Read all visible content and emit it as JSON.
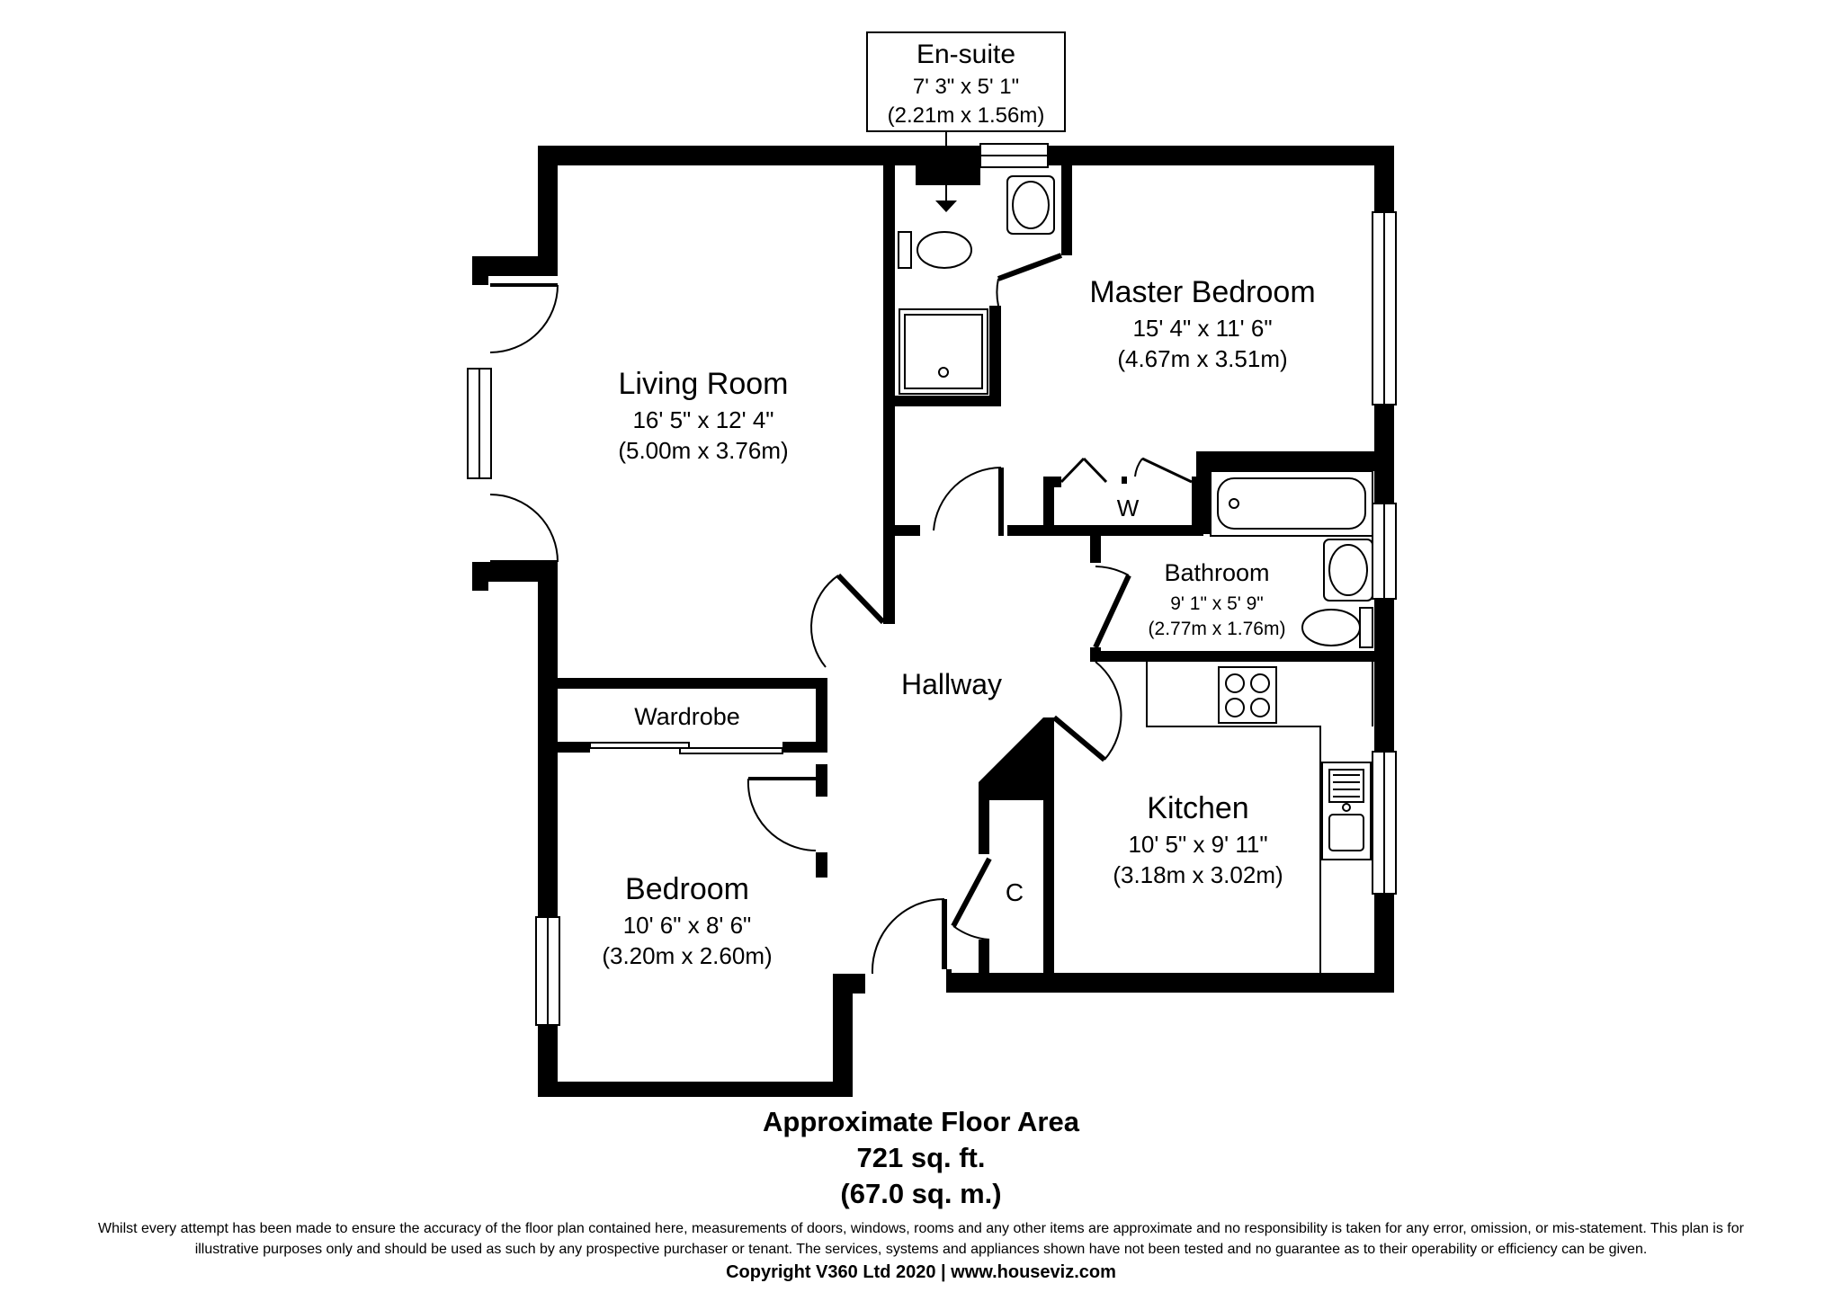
{
  "rooms": {
    "ensuite": {
      "name": "En-suite",
      "imperial": "7' 3\" x 5' 1\"",
      "metric": "(2.21m x 1.56m)"
    },
    "master_bedroom": {
      "name": "Master Bedroom",
      "imperial": "15' 4\" x 11' 6\"",
      "metric": "(4.67m x 3.51m)"
    },
    "living_room": {
      "name": "Living Room",
      "imperial": "16' 5\" x 12' 4\"",
      "metric": "(5.00m x 3.76m)"
    },
    "bathroom": {
      "name": "Bathroom",
      "imperial": "9' 1\" x 5' 9\"",
      "metric": "(2.77m x 1.76m)"
    },
    "hallway": {
      "name": "Hallway"
    },
    "wardrobe": {
      "name": "Wardrobe"
    },
    "kitchen": {
      "name": "Kitchen",
      "imperial": "10' 5\" x 9' 11\"",
      "metric": "(3.18m x 3.02m)"
    },
    "bedroom": {
      "name": "Bedroom",
      "imperial": "10' 6\" x 8' 6\"",
      "metric": "(3.20m x 2.60m)"
    },
    "cupboard": {
      "name": "C"
    },
    "wardrobe_w": {
      "name": "W"
    }
  },
  "area": {
    "title": "Approximate Floor Area",
    "sqft": "721 sq. ft.",
    "sqm": "(67.0 sq. m.)"
  },
  "footer": {
    "disclaimer_line1": "Whilst every attempt has been made to ensure the accuracy of the floor plan contained here, measurements of doors, windows, rooms and any other items are approximate and no responsibility is taken for any error, omission, or mis-statement. This plan is for",
    "disclaimer_line2": "illustrative purposes only and should be used as such by any prospective purchaser or tenant. The services, systems and appliances shown have not been tested and no guarantee as to their operability or efficiency can be given.",
    "copyright": "Copyright V360 Ltd 2020 | www.houseviz.com"
  },
  "colors": {
    "wall": "#000000",
    "background": "#ffffff",
    "window_fill": "#ffffff"
  }
}
